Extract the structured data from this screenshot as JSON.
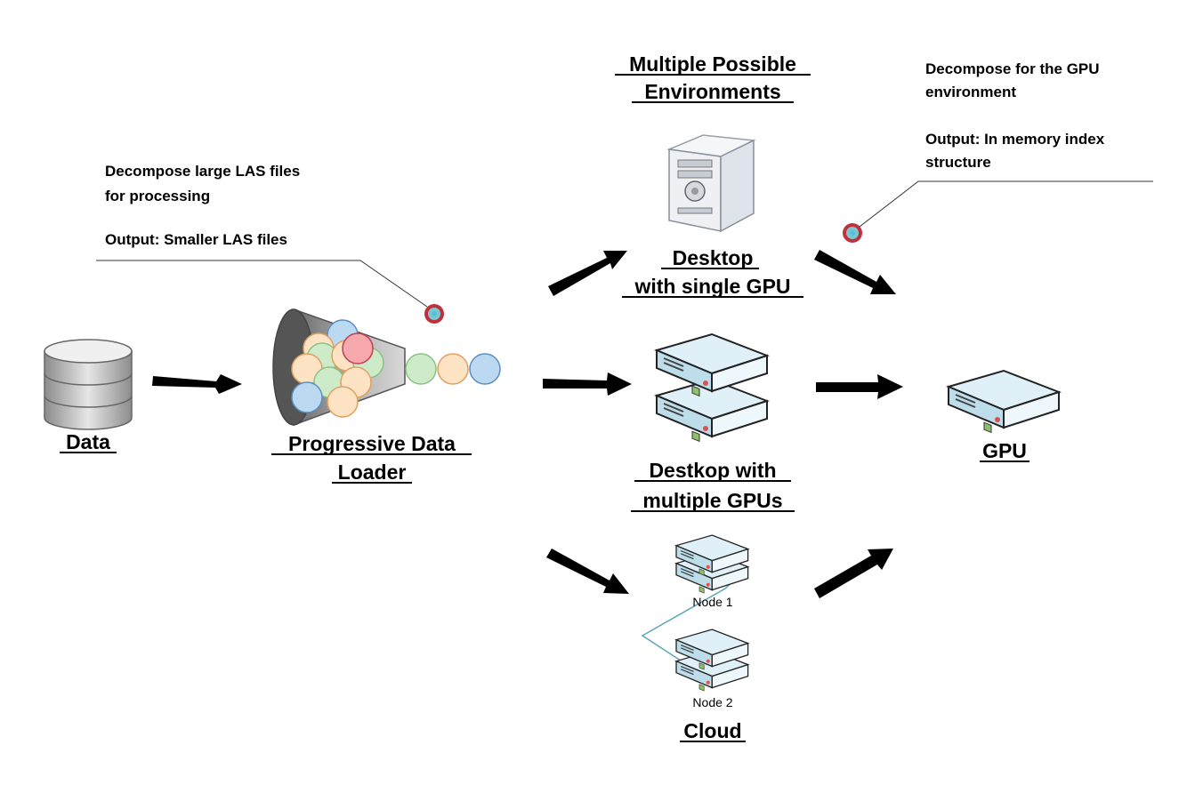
{
  "header": {
    "environments_title_1": "Multiple Possible",
    "environments_title_2": "Environments"
  },
  "data_node": {
    "label": "Data"
  },
  "loader_node": {
    "label_1": "Progressive Data",
    "label_2": "Loader"
  },
  "annotations": {
    "loader_note": {
      "line_1": "Decompose large LAS files",
      "line_2": "for processing",
      "line_3": "Output: Smaller LAS files"
    },
    "gpu_note": {
      "line_1": "Decompose for the GPU",
      "line_2": "environment",
      "line_3": "Output: In memory index",
      "line_4": "structure"
    }
  },
  "environments": {
    "desktop_single": {
      "label_1": "Desktop",
      "label_2": "with single GPU"
    },
    "desktop_multi": {
      "label_1": "Destkop with",
      "label_2": "multiple GPUs"
    },
    "cloud": {
      "node_1": "Node 1",
      "node_2": "Node 2",
      "label": "Cloud"
    }
  },
  "gpu_node": {
    "label": "GPU"
  },
  "colors": {
    "arrow": "#000000",
    "server_top": "#dff0f8",
    "server_side": "#a9cfe0",
    "link": "#5aa7b8",
    "marker_ring": "#c0303a",
    "marker_core": "#4fc3d9"
  }
}
